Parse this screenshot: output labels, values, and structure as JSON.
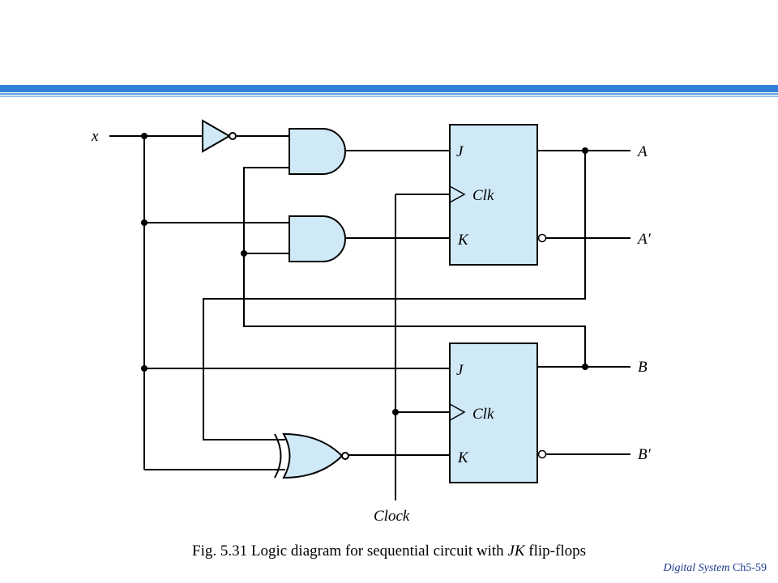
{
  "labels": {
    "input_x": "x",
    "ff_a_j": "J",
    "ff_a_clk": "Clk",
    "ff_a_k": "K",
    "ff_b_j": "J",
    "ff_b_clk": "Clk",
    "ff_b_k": "K",
    "out_a": "A",
    "out_a_prime": "A′",
    "out_b": "B",
    "out_b_prime": "B′",
    "clock": "Clock"
  },
  "caption": {
    "prefix": "Fig. 5.31 Logic diagram for sequential circuit with ",
    "emph": "JK",
    "suffix": " flip-flops"
  },
  "footer": {
    "course": "Digital System",
    "page": "Ch5-59"
  },
  "colors": {
    "header_bar": "#2f80d6",
    "flipflop_fill": "#cfe9f7",
    "gate_fill": "#cfe9f7",
    "wire": "#000000",
    "footer_text": "#1a3a8a"
  }
}
